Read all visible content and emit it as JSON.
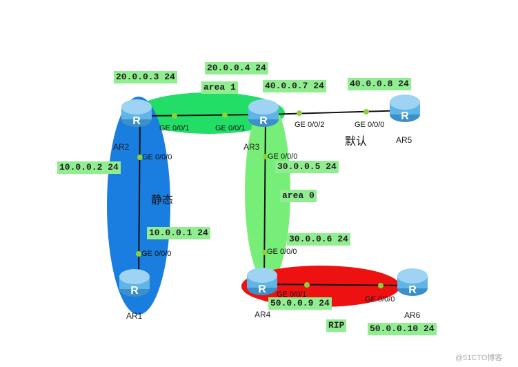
{
  "colors": {
    "area1": "#22dd66",
    "area0": "#77ee77",
    "static": "#1a7de0",
    "rip": "#ee1111",
    "router_body": "#5fb4e8",
    "label_bg": "#90ee90",
    "port_dot": "#8bd13a"
  },
  "routers": {
    "ar1": "AR1",
    "ar2": "AR2",
    "ar3": "AR3",
    "ar4": "AR4",
    "ar5": "AR5",
    "ar6": "AR6",
    "icon_letter": "R"
  },
  "ip_labels": {
    "ar2_ge001": "20.0.0.3 24",
    "ar3_ge001": "20.0.0.4 24",
    "ar3_ge002": "40.0.0.7 24",
    "ar5_ge000": "40.0.0.8 24",
    "ar2_ge000": "10.0.0.2 24",
    "ar1_ge000": "10.0.0.1 24",
    "ar3_ge000": "30.0.0.5 24",
    "ar4_ge000": "30.0.0.6 24",
    "ar4_ge001": "50.0.0.9 24",
    "ar6_ge000": "50.0.0.10 24",
    "area1": "area 1",
    "area0": "area 0",
    "rip": "RIP"
  },
  "ports": {
    "ar2_ge001": "GE 0/0/1",
    "ar3_ge001": "GE 0/0/1",
    "ar3_ge002": "GE 0/0/2",
    "ar5_ge000": "GE 0/0/0",
    "ar2_ge000": "GE 0/0/0",
    "ar1_ge000": "GE 0/0/0",
    "ar3_ge000": "GE 0/0/0",
    "ar4_ge000": "GE 0/0/0",
    "ar4_ge001": "GE 0/0/1",
    "ar6_ge000": "GE 0/0/0"
  },
  "zones": {
    "static": "静态",
    "default": "默认"
  },
  "watermark": "@51CTO博客"
}
